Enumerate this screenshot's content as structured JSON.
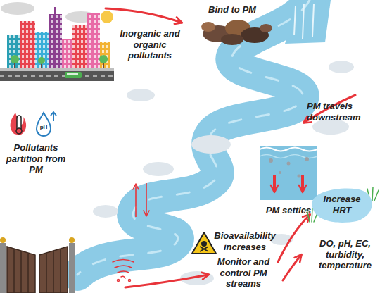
{
  "diagram": {
    "nodes": [
      {
        "text": [
          "PM settles"
        ]
      },
      {
        "text": [
          "Increase HRT"
        ]
      }
    ],
    "labels": [
      "Inorganic and organic pollutants",
      "Bind to PM",
      "PM travels downstream",
      "pH",
      "Pollutants partition from PM",
      "Bioavailability increases",
      "Monitor and control PM streams",
      "DO, pH, EC, turbidity, temperature"
    ]
  }
}
